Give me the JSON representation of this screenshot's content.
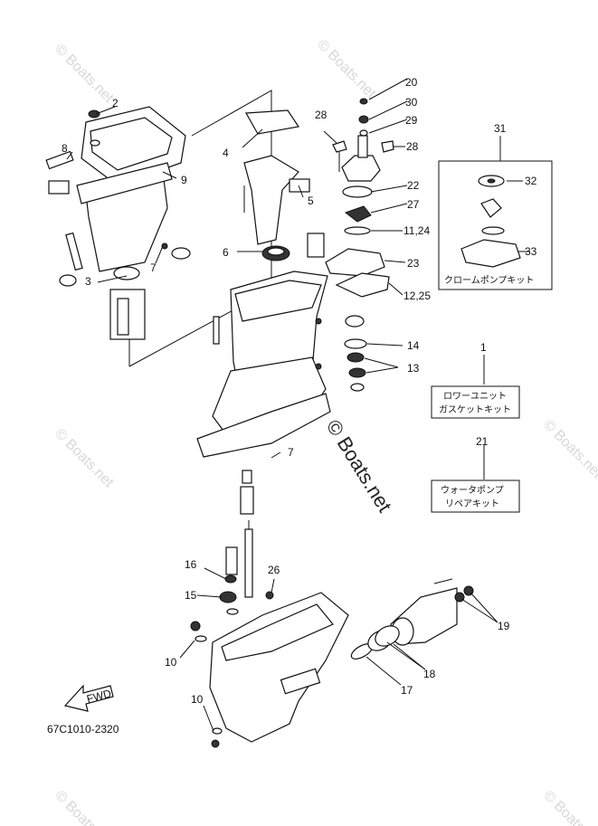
{
  "watermark": "© Boats.net",
  "part_number": "67C1010-2320",
  "fwd_label": "FWD",
  "callouts": {
    "c1": "1",
    "c2": "2",
    "c3": "3",
    "c4": "4",
    "c5": "5",
    "c6": "6",
    "c7a": "7",
    "c7b": "7",
    "c8": "8",
    "c9": "9",
    "c10a": "10",
    "c10b": "10",
    "c11_24": "11,24",
    "c12_25": "12,25",
    "c13": "13",
    "c14": "14",
    "c15": "15",
    "c16": "16",
    "c17": "17",
    "c18": "18",
    "c19": "19",
    "c20": "20",
    "c21": "21",
    "c22": "22",
    "c23": "23",
    "c26": "26",
    "c27": "27",
    "c28a": "28",
    "c28b": "28",
    "c29": "29",
    "c30": "30",
    "c31": "31",
    "c32": "32",
    "c33": "33"
  },
  "kits": {
    "chrome_pump": "クロームポンプキット",
    "lower_unit_1": "ロワーユニット",
    "lower_unit_2": "ガスケットキット",
    "water_pump_1": "ウォータポンプ",
    "water_pump_2": "リペアキット"
  }
}
